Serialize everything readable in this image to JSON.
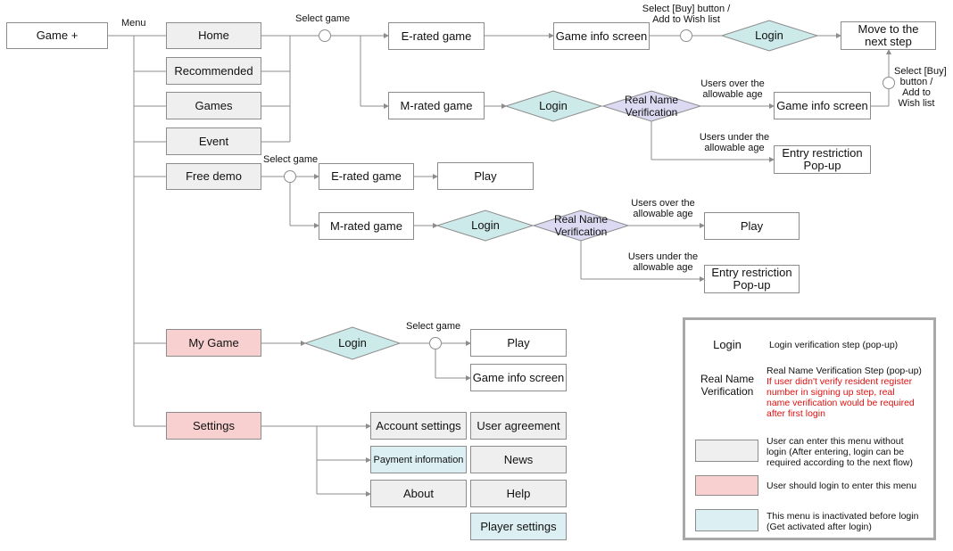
{
  "root": "Game +",
  "menu_label": "Menu",
  "select_game": "Select game",
  "menu": {
    "home": "Home",
    "recommended": "Recommended",
    "games": "Games",
    "event": "Event",
    "free_demo": "Free demo",
    "my_game": "My Game",
    "settings": "Settings"
  },
  "flow": {
    "e_rated": "E-rated game",
    "m_rated": "M-rated game",
    "game_info": "Game info screen",
    "login": "Login",
    "real_name_1": "Real Name",
    "real_name_2": "Verification",
    "move_next_1": "Move to the",
    "move_next_2": "next step",
    "select_buy_top_1": "Select [Buy] button /",
    "select_buy_top_2": "Add to Wish list",
    "select_buy_side_1": "Select [Buy]",
    "select_buy_side_2": "button /",
    "select_buy_side_3": "Add to",
    "select_buy_side_4": "Wish list",
    "over_age_1": "Users over the",
    "over_age_2": "allowable age",
    "under_age_1": "Users under the",
    "under_age_2": "allowable age",
    "entry_1": "Entry restriction",
    "entry_2": "Pop-up",
    "play": "Play"
  },
  "settings_items": {
    "account": "Account settings",
    "payment": "Payment information",
    "about": "About",
    "agreement": "User agreement",
    "news": "News",
    "help": "Help",
    "player": "Player settings"
  },
  "legend": {
    "login_text": "Login verification step (pop-up)",
    "real_name_title": "Real Name Verification Step (pop-up)",
    "real_name_note_1": "If user didn't verify resident register",
    "real_name_note_2": "number in signing up step, real",
    "real_name_note_3": "name verification would be required",
    "real_name_note_4": "after first login",
    "gray_1": "User can enter this menu without",
    "gray_2": "login (After entering, login can be",
    "gray_3": "required according to the next flow)",
    "pink_1": "User should login to enter this menu",
    "cyan_1": "This menu is inactivated before login",
    "cyan_2": "(Get activated after login)"
  },
  "colors": {
    "gray_box": "#efefef",
    "pink_box": "#f8d0d0",
    "cyan_box": "#dcf0f3",
    "login_diamond": "#cdeaea",
    "verify_diamond": "#dcdaf2",
    "note_red": "#e01010"
  }
}
